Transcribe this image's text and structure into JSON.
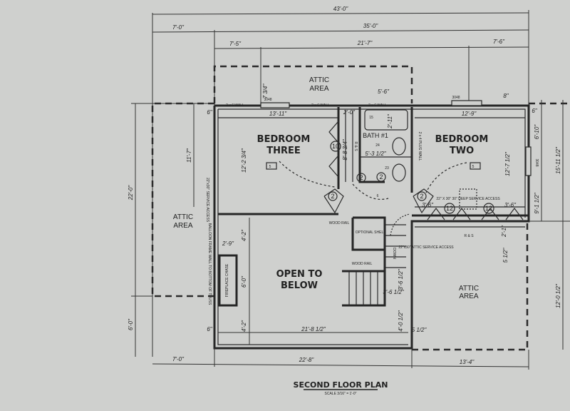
{
  "title": "SECOND FLOOR PLAN",
  "scale": "SCALE 3/16\" = 1'-0\"",
  "rooms": {
    "bedroom_three": [
      "BEDROOM",
      "THREE"
    ],
    "bedroom_two": [
      "BEDROOM",
      "TWO"
    ],
    "bath": "BATH #1",
    "open_to_below": [
      "OPEN TO",
      "BELOW"
    ],
    "attic_top": [
      "ATTIC",
      "AREA"
    ],
    "attic_left": [
      "ATTIC",
      "AREA"
    ],
    "attic_right": [
      "ATTIC",
      "AREA"
    ]
  },
  "dimensions": {
    "overall_width": "43'-0\"",
    "left_offset": "7'-0\"",
    "main_width": "35'-0\"",
    "top_a": "7'-5\"",
    "top_b": "21'-7\"",
    "top_c": "7'-6\"",
    "bottom_a": "7'-0\"",
    "bottom_b": "22'-8\"",
    "bottom_c": "13'-4\"",
    "left_total": "22'-0\"",
    "left_lower": "6'-0\"",
    "left_11": "11'-7\"",
    "bed3_width": "13'-11\"",
    "bed3_depth": "12'-2 3/4\"",
    "bed2_width": "12'-9\"",
    "bed2_depth": "12'-7 1/2\"",
    "bath_width": "5'-6\"",
    "bath_dim": "5'-3 1/2\"",
    "closet_dim": "8'-8 3/4\"",
    "tub_dim": "2'-11\"",
    "closet_width": "2'-0\"",
    "wall_offset": "7 3/4\"",
    "right_6_10": "6'-10\"",
    "right_15_11": "15'-11 1/2\"",
    "right_9_1": "9'-1 1/2\"",
    "right_12_0": "12'-0 1/2\"",
    "bed2_a": "3'-6\"",
    "bed2_b": "3'-6\"",
    "rail_2_1": "2'-1\"",
    "five_half": "5 1/2\"",
    "five_half_b": "5 1/2\"",
    "open_width": "21'-8 1/2\"",
    "open_4_2a": "4'-2\"",
    "open_4_2b": "4'-2\"",
    "open_6_0": "6'-0\"",
    "fire_2_9": "2'-9\"",
    "stair_3_6a": "3'-6 1/2\"",
    "stair_3_6b": "3'-6 1/2\"",
    "stair_4_0": "4'-0 1/2\"",
    "six_in_a": "6\"",
    "six_in_b": "6\"",
    "six_in_c": "6\"",
    "eight_in": "8\""
  },
  "notes": {
    "wall_2x6_a": "2 x 6 WALL",
    "wall_2x6_b": "2 x 6 WALL",
    "wall_2x6_c": "2 x 6 WALL",
    "window_3048_a": "3048",
    "window_3048_b": "3048",
    "window_3048_c": "3048",
    "wall_2x4": "2 x 4 PLUG WALL",
    "rs_a": "R & S",
    "rs_b": "R & S",
    "wood_rail_a": "WOOD RAIL",
    "wood_rail_b": "WOOD RAIL",
    "optional_shelf": "OPTIONAL SHELF",
    "down": "DOWN",
    "fireplace": "FIREPLACE CHASE",
    "balloon": "BALLOON FRAME WALL TO BOTTOM OF TRUSS",
    "service_access": "22\"x30\" SERVICE ACCESS",
    "attic_access": "22\"x30\" ATTIC SERVICE ACCESS",
    "bed2_access": "22\" X 30\" 30\" DEEP SERVICE ACCESS",
    "tub_tag": "15",
    "toilet_tag": "24",
    "sink_tag": "23",
    "bath_fixture": "6"
  },
  "door_tags": [
    "10",
    "2",
    "2",
    "2",
    "12",
    "12",
    "5",
    "5",
    "2"
  ]
}
